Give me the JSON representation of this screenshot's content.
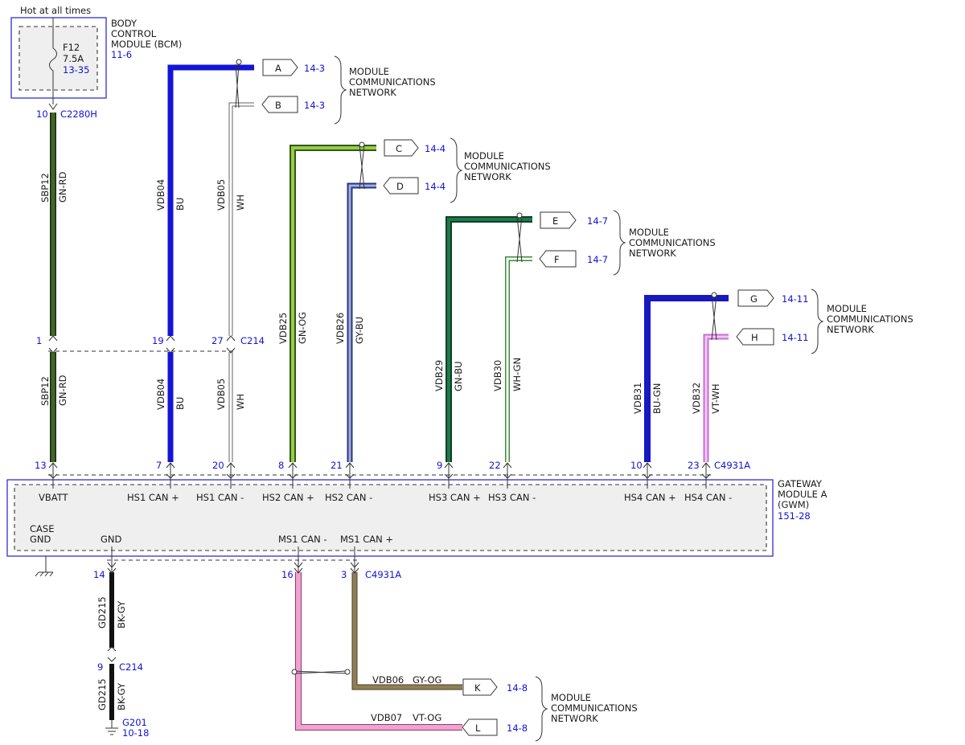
{
  "bcm": {
    "hot_label": "Hot at all times",
    "title": [
      "BODY",
      "CONTROL",
      "MODULE (BCM)"
    ],
    "ref": "11-6",
    "fuse_name": "F12",
    "fuse_rating": "7.5A",
    "fuse_ref": "13-35",
    "pin": "10",
    "connector": "C2280H"
  },
  "inline_connector": {
    "name": "C214",
    "pins": {
      "sbp12": "1",
      "vdb04": "19",
      "vdb05": "27"
    }
  },
  "gwm": {
    "title": [
      "GATEWAY",
      "MODULE A",
      "(GWM)"
    ],
    "ref": "151-28",
    "top_connector": "C4931A",
    "top_pins": [
      "13",
      "7",
      "20",
      "8",
      "21",
      "9",
      "22",
      "10",
      "23"
    ],
    "pin_labels": [
      "VBATT",
      "HS1 CAN +",
      "HS1 CAN -",
      "HS2 CAN +",
      "HS2 CAN -",
      "HS3 CAN +",
      "HS3 CAN -",
      "HS4 CAN +",
      "HS4 CAN -"
    ],
    "case_gnd": [
      "CASE",
      "GND"
    ],
    "gnd_label": "GND",
    "ms1_minus": "MS1 CAN -",
    "ms1_plus": "MS1 CAN +",
    "bottom_connector": "C4931A",
    "gnd_pin": "14",
    "ms1_minus_pin": "16",
    "ms1_plus_pin": "3"
  },
  "wires": {
    "sbp12": {
      "circuit": "SBP12",
      "color": "GN-RD"
    },
    "vdb04": {
      "circuit": "VDB04",
      "color": "BU"
    },
    "vdb05": {
      "circuit": "VDB05",
      "color": "WH"
    },
    "vdb25": {
      "circuit": "VDB25",
      "color": "GN-OG"
    },
    "vdb26": {
      "circuit": "VDB26",
      "color": "GY-BU"
    },
    "vdb29": {
      "circuit": "VDB29",
      "color": "GN-BU"
    },
    "vdb30": {
      "circuit": "VDB30",
      "color": "WH-GN"
    },
    "vdb31": {
      "circuit": "VDB31",
      "color": "BU-GN"
    },
    "vdb32": {
      "circuit": "VDB32",
      "color": "VT-WH"
    },
    "gd215": {
      "circuit": "GD215",
      "color": "BK-GY"
    },
    "vdb06": {
      "circuit": "VDB06",
      "color": "GY-OG"
    },
    "vdb07": {
      "circuit": "VDB07",
      "color": "VT-OG"
    }
  },
  "ground": {
    "pin": "9",
    "connector": "C214",
    "name": "G201",
    "ref": "10-18"
  },
  "offpage": {
    "A": {
      "letter": "A",
      "ref": "14-3"
    },
    "B": {
      "letter": "B",
      "ref": "14-3"
    },
    "C": {
      "letter": "C",
      "ref": "14-4"
    },
    "D": {
      "letter": "D",
      "ref": "14-4"
    },
    "E": {
      "letter": "E",
      "ref": "14-7"
    },
    "F": {
      "letter": "F",
      "ref": "14-7"
    },
    "G": {
      "letter": "G",
      "ref": "14-11"
    },
    "H": {
      "letter": "H",
      "ref": "14-11"
    },
    "K": {
      "letter": "K",
      "ref": "14-8"
    },
    "L": {
      "letter": "L",
      "ref": "14-8"
    }
  },
  "network_label": [
    "MODULE",
    "COMMUNICATIONS",
    "NETWORK"
  ],
  "colors": {
    "ref_blue": "#1212d8",
    "box_border": "#2f2fcf",
    "green": "#3d6b1e",
    "blue": "#1414d6",
    "gray_blue": "#5a6aa8",
    "pink": "#e889c6",
    "violet_pink": "#e29be6",
    "olive": "#857552",
    "black": "#1a1a1a"
  }
}
